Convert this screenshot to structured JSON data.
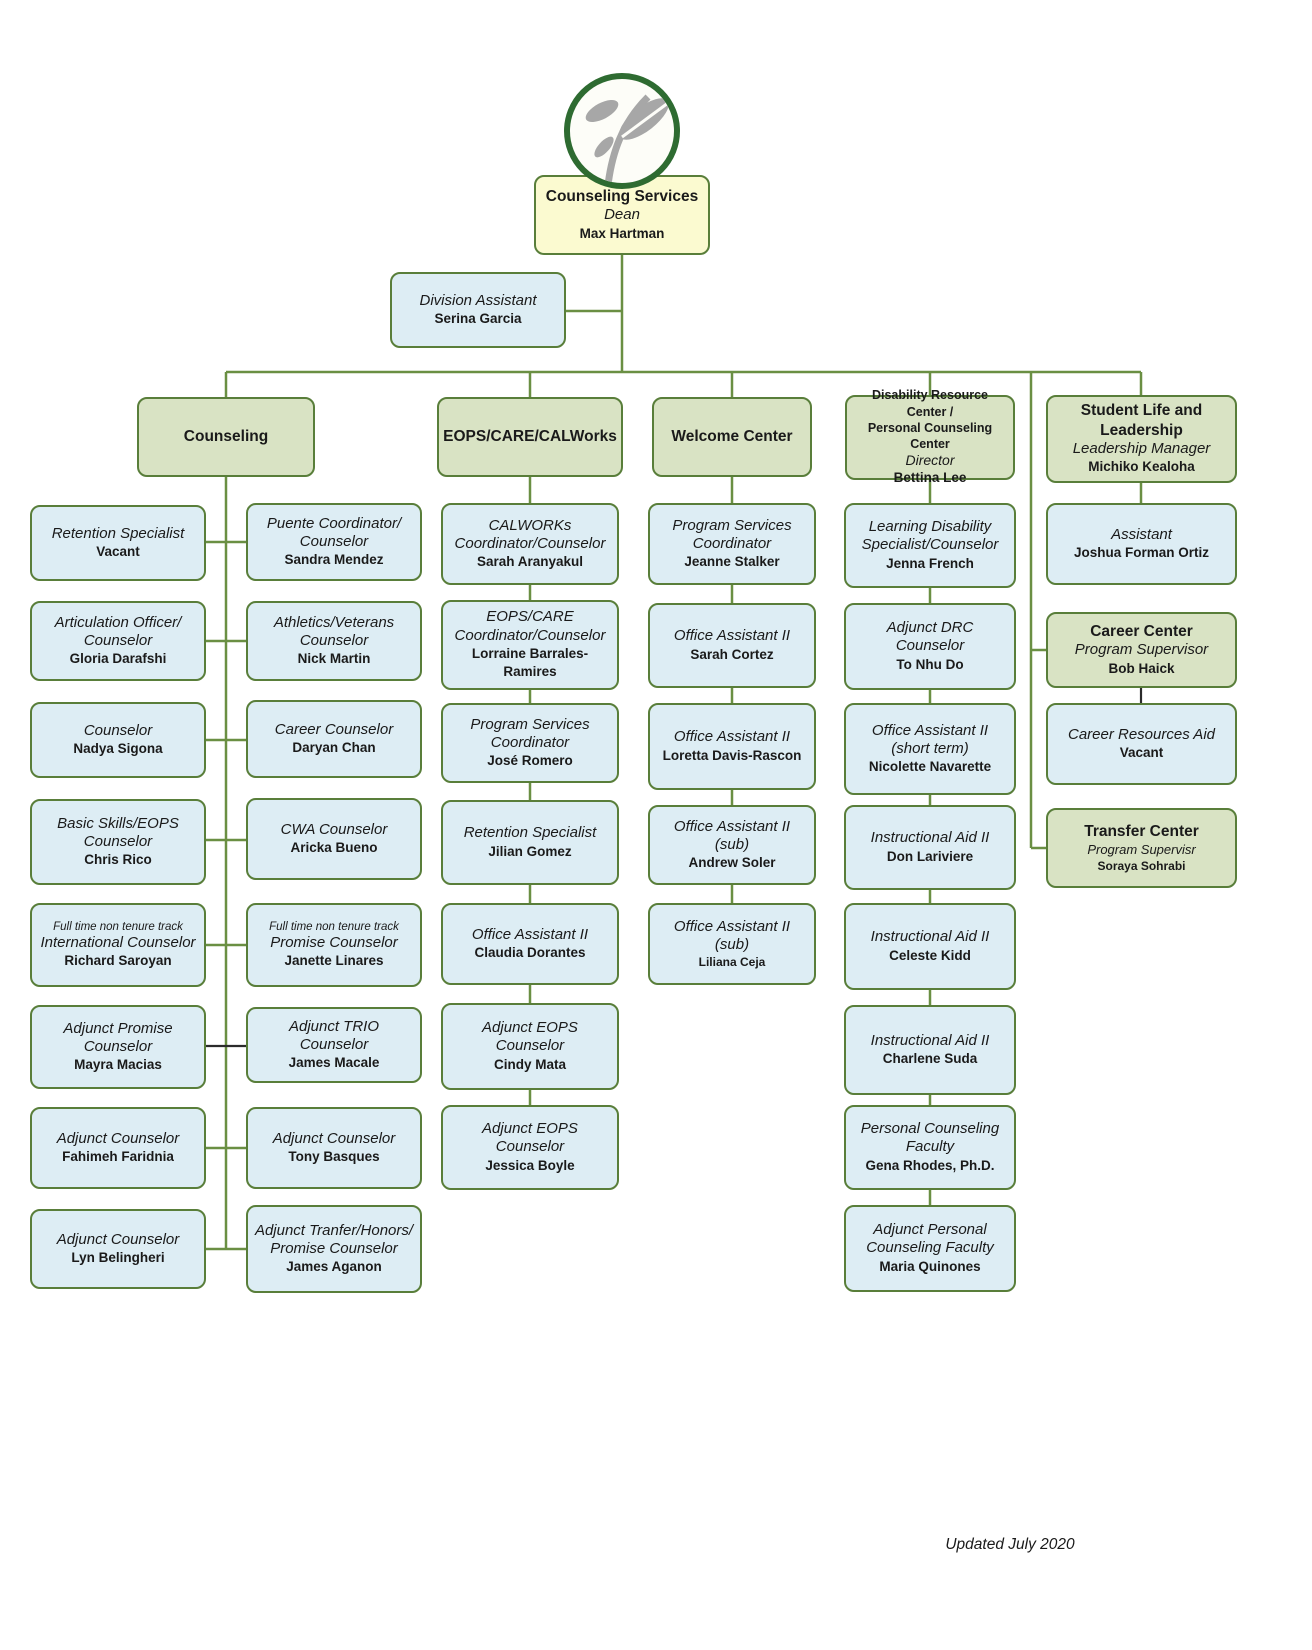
{
  "footer": "Updated July 2020",
  "colors": {
    "line_green": "#6a8f43",
    "box_border": "#597e3a",
    "blue_fill": "#ddedf4",
    "green_fill": "#d9e3c4",
    "yellow_fill": "#fbfad0",
    "dark_connector": "#2b2b2b",
    "logo_ring": "#2e6b31",
    "leaf_gray": "#a7a7a7"
  },
  "icons": {
    "logo": "plant-leaf-logo"
  },
  "dean": {
    "title": "Counseling Services",
    "role": "Dean",
    "name": "Max Hartman"
  },
  "division_assistant": {
    "role": "Division Assistant",
    "name": "Serina Garcia"
  },
  "counseling": {
    "title": "Counseling",
    "left": [
      {
        "role": "Retention Specialist",
        "name": "Vacant"
      },
      {
        "role": "Articulation Officer/\nCounselor",
        "name": "Gloria Darafshi"
      },
      {
        "role": "Counselor",
        "name": "Nadya Sigona"
      },
      {
        "role": "Basic Skills/EOPS\nCounselor",
        "name": "Chris Rico"
      },
      {
        "note": "Full time non tenure track",
        "role": "International Counselor",
        "name": "Richard Saroyan"
      },
      {
        "role": "Adjunct Promise\nCounselor",
        "name": "Mayra Macias"
      },
      {
        "role": "Adjunct Counselor",
        "name": "Fahimeh Faridnia"
      },
      {
        "role": "Adjunct Counselor",
        "name": "Lyn Belingheri"
      }
    ],
    "right": [
      {
        "role": "Puente Coordinator/\nCounselor",
        "name": "Sandra Mendez"
      },
      {
        "role": "Athletics/Veterans\nCounselor",
        "name": "Nick Martin"
      },
      {
        "role": "Career Counselor",
        "name": "Daryan Chan"
      },
      {
        "role": "CWA Counselor",
        "name": "Aricka Bueno"
      },
      {
        "note": "Full time non tenure track",
        "role": "Promise Counselor",
        "name": "Janette Linares"
      },
      {
        "role": "Adjunct TRIO Counselor",
        "name": "James Macale"
      },
      {
        "role": "Adjunct Counselor",
        "name": "Tony Basques"
      },
      {
        "role": "Adjunct Tranfer/Honors/\nPromise Counselor",
        "name": "James Aganon"
      }
    ]
  },
  "eops": {
    "title": "EOPS/CARE/CALWorks",
    "chain": [
      {
        "role": "CALWORKs\nCoordinator/Counselor",
        "name": "Sarah Aranyakul"
      },
      {
        "role": "EOPS/CARE\nCoordinator/Counselor",
        "name": "Lorraine Barrales-Ramires"
      },
      {
        "role": "Program Services\nCoordinator",
        "name": "José Romero"
      },
      {
        "role": "Retention Specialist",
        "name": "Jilian Gomez"
      },
      {
        "role": "Office Assistant II",
        "name": "Claudia Dorantes"
      },
      {
        "role": "Adjunct EOPS\nCounselor",
        "name": "Cindy Mata"
      },
      {
        "role": "Adjunct EOPS\nCounselor",
        "name": "Jessica Boyle"
      }
    ]
  },
  "welcome": {
    "title": "Welcome Center",
    "chain": [
      {
        "role": "Program Services\nCoordinator",
        "name": "Jeanne Stalker"
      },
      {
        "role": "Office Assistant II",
        "name": "Sarah Cortez"
      },
      {
        "role": "Office Assistant II",
        "name": "Loretta Davis-Rascon"
      },
      {
        "role": "Office Assistant II (sub)",
        "name": "Andrew Soler"
      },
      {
        "role": "Office Assistant II (sub)",
        "name": "Liliana Ceja"
      }
    ]
  },
  "drc": {
    "title": "Disability Resource Center /\nPersonal Counseling Center",
    "role": "Director",
    "name": "Bettina Lee",
    "chain": [
      {
        "role": "Learning Disability\nSpecialist/Counselor",
        "name": "Jenna French"
      },
      {
        "role": "Adjunct DRC Counselor",
        "name": "To Nhu Do"
      },
      {
        "role": "Office Assistant II\n(short term)",
        "name": "Nicolette Navarette"
      },
      {
        "role": "Instructional Aid II",
        "name": "Don Lariviere"
      },
      {
        "role": "Instructional Aid II",
        "name": "Celeste Kidd"
      },
      {
        "role": "Instructional Aid II",
        "name": "Charlene Suda"
      },
      {
        "role": "Personal Counseling\nFaculty",
        "name": "Gena Rhodes, Ph.D."
      },
      {
        "role": "Adjunct Personal\nCounseling Faculty",
        "name": "Maria Quinones"
      }
    ]
  },
  "student_life": {
    "header": {
      "title": "Student Life and\nLeadership",
      "role": "Leadership Manager",
      "name": "Michiko Kealoha"
    },
    "assistant": {
      "role": "Assistant",
      "name": "Joshua Forman Ortiz"
    },
    "career_center": {
      "title": "Career Center",
      "role": "Program Supervisor",
      "name": "Bob Haick"
    },
    "career_resources": {
      "role": "Career Resources Aid",
      "name": "Vacant"
    },
    "transfer_center": {
      "title": "Transfer Center",
      "role": "Program Supervisr",
      "name": "Soraya Sohrabi"
    }
  }
}
